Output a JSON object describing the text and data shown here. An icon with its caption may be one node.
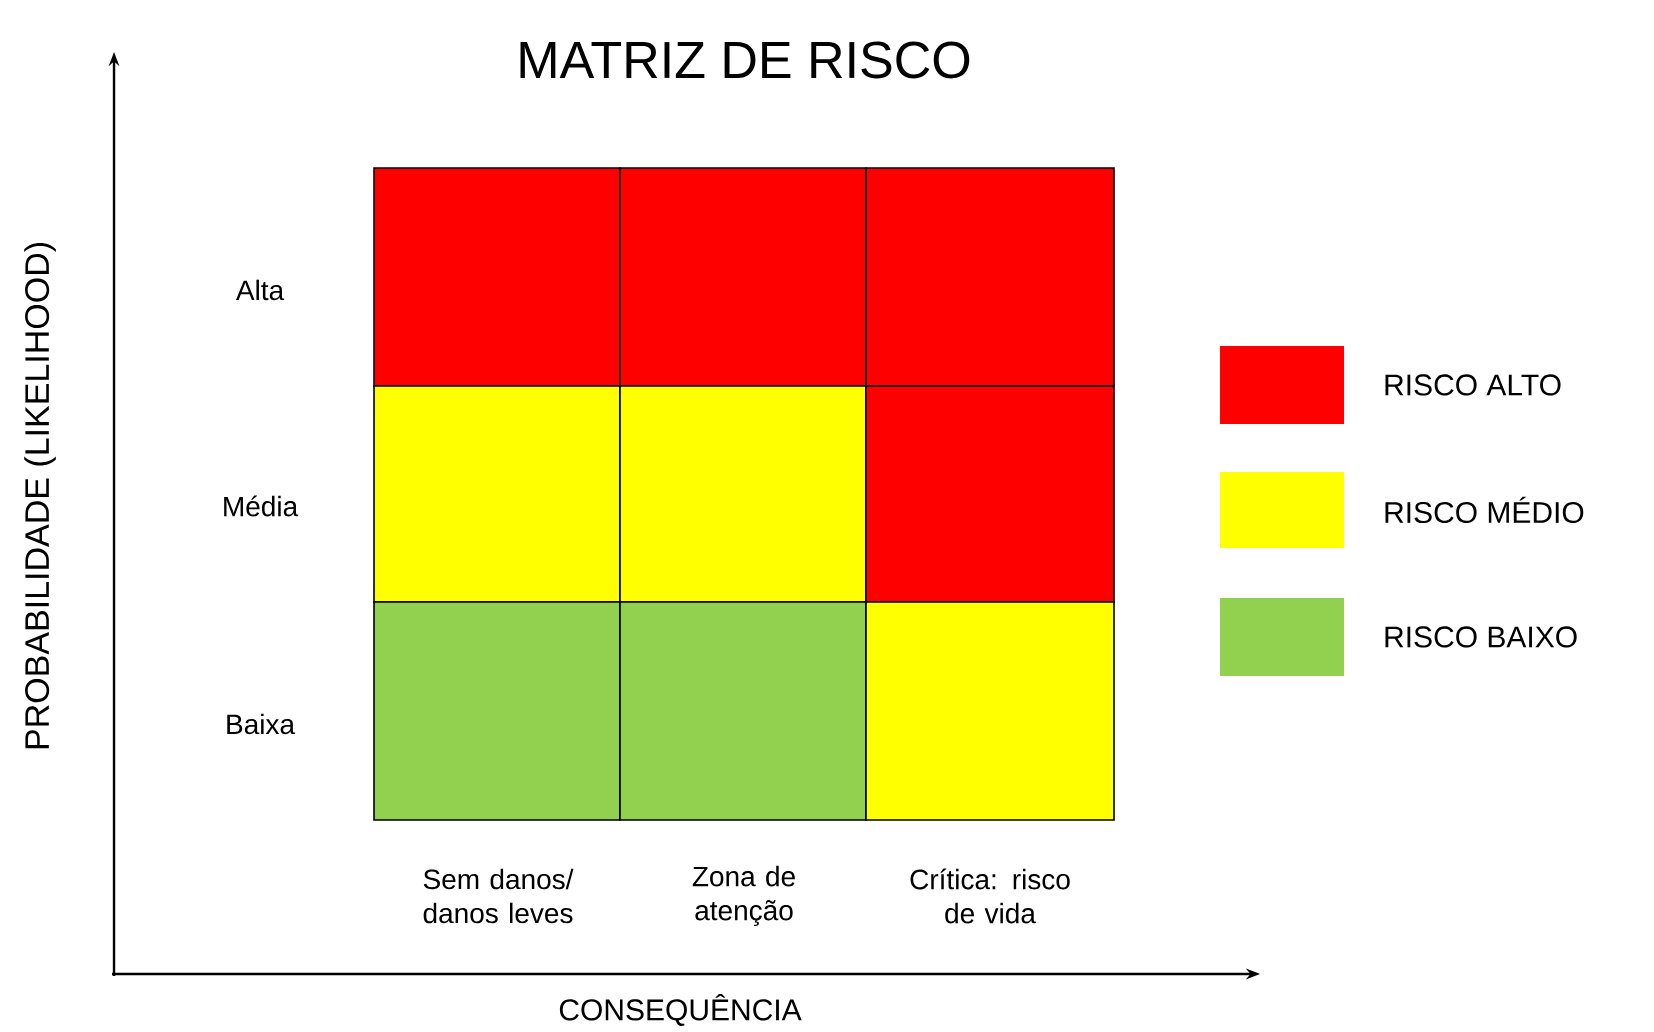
{
  "diagram": {
    "title": "MATRIZ DE RISCO",
    "nodes": [
      {
        "text": [],
        "shape": "box"
      },
      {
        "text": [],
        "shape": "box"
      },
      {
        "text": [],
        "shape": "box"
      },
      {
        "text": [],
        "shape": "box"
      },
      {
        "text": [],
        "shape": "box"
      },
      {
        "text": [],
        "shape": "box"
      },
      {
        "text": [],
        "shape": "box"
      },
      {
        "text": [],
        "shape": "box"
      },
      {
        "text": [],
        "shape": "box"
      }
    ],
    "edges": [],
    "labels": [
      "PROBABILIDADE (LIKELIHOOD)",
      "Alta",
      "Média",
      "Baixa",
      "Sem danos/ danos leves",
      "Zona de atenção",
      "Crítica: risco de vida",
      "CONSEQUÊNCIA"
    ],
    "legend": [
      {
        "text": "RISCO ALTO",
        "color": "#ff0000"
      },
      {
        "text": "RISCO MÉDIO",
        "color": "#ffff00"
      },
      {
        "text": "RISCO BAIXO",
        "color": "#92d050"
      }
    ]
  }
}
